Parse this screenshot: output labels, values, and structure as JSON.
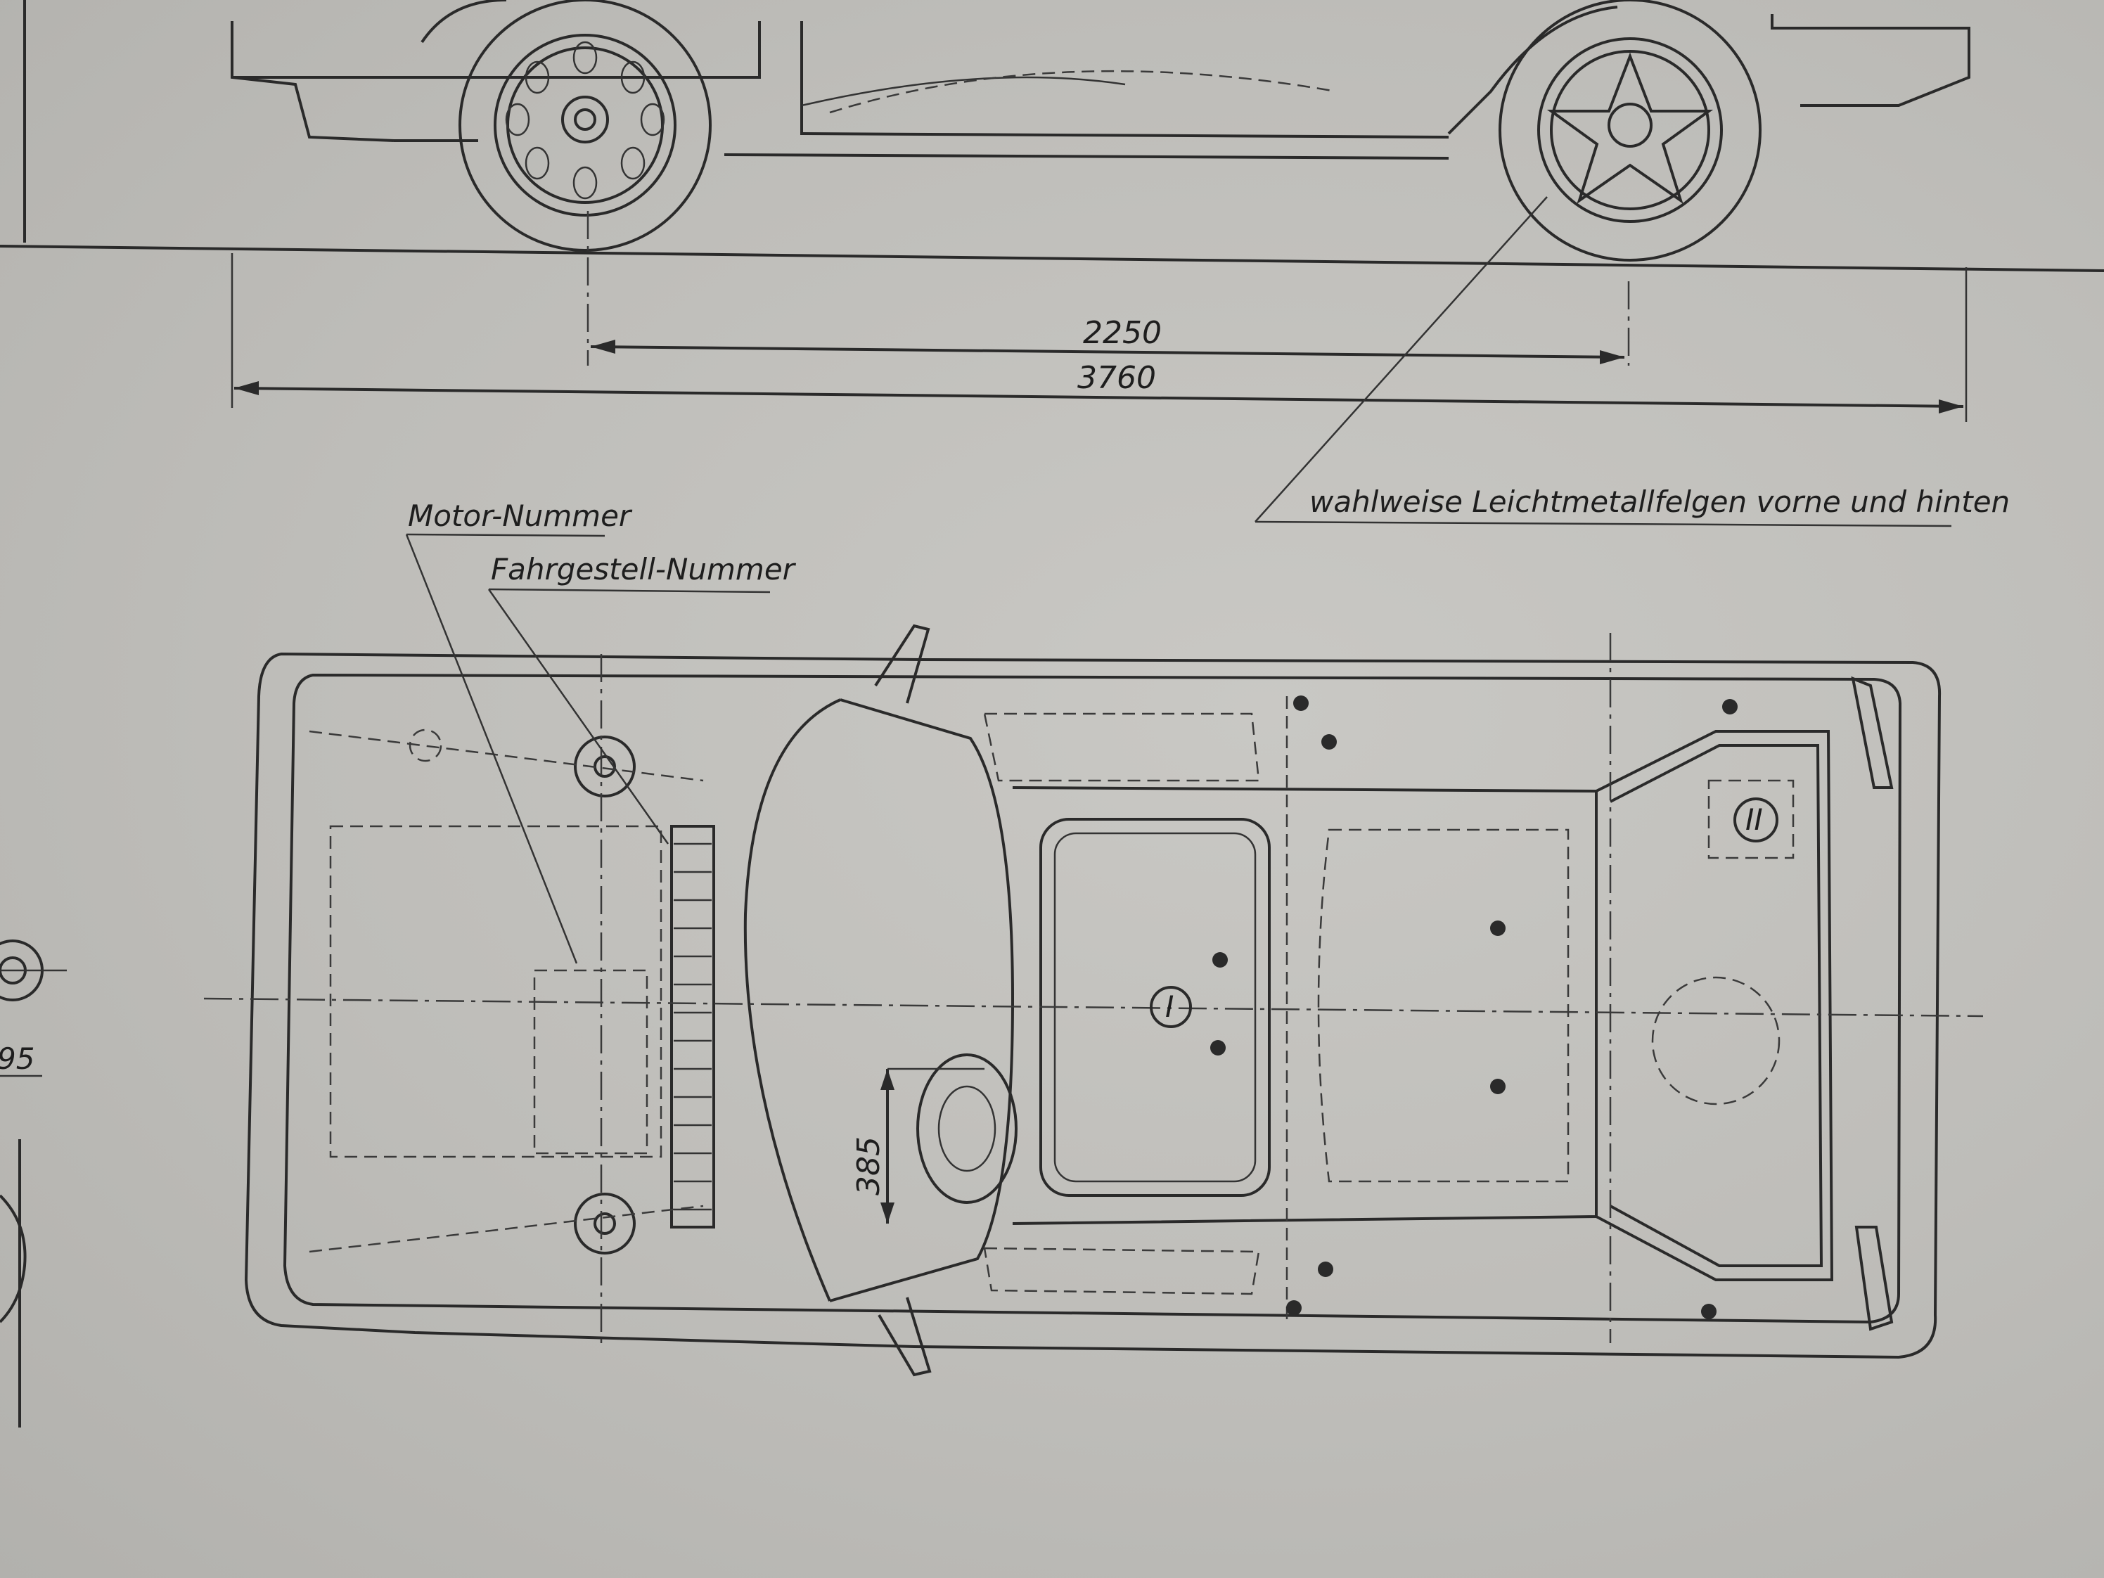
{
  "dimensions": {
    "wheelbase": "2250",
    "overall_length": "3760",
    "track_offset": "385",
    "edge_fragment": "95"
  },
  "annotations": {
    "motor_number": "Motor-Nummer",
    "chassis_number": "Fahrgestell-Nummer",
    "alloy_wheels_note": "wahlweise Leichtmetallfelgen vorne und hinten"
  },
  "markers": {
    "marker_one": "I",
    "marker_two": "II"
  },
  "colors": {
    "paper": "#c4c3bf",
    "ink": "#2a2a2a"
  }
}
